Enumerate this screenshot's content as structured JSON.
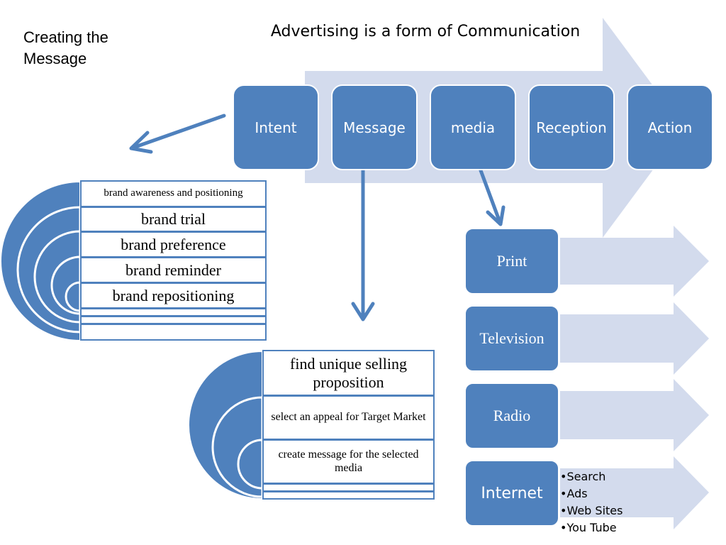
{
  "header": {
    "left_title": "Creating the Message",
    "top_title": "Advertising is a form of Communication"
  },
  "process": {
    "steps": [
      "Intent",
      "Message",
      "media",
      "Reception",
      "Action"
    ]
  },
  "intent_stack": {
    "items": [
      "brand awareness and positioning",
      "brand trial",
      "brand preference",
      "brand reminder",
      "brand repositioning"
    ]
  },
  "message_stack": {
    "items": [
      "find unique selling proposition",
      "select an appeal for Target Market",
      "create message for the selected media"
    ]
  },
  "media_list": {
    "items": [
      {
        "label": "Print"
      },
      {
        "label": "Television"
      },
      {
        "label": "Radio"
      },
      {
        "label": "Internet",
        "bullets": [
          "•Search",
          "•Ads",
          "•Web Sites",
          "•You Tube"
        ]
      }
    ]
  },
  "colors": {
    "primary": "#4f81bd",
    "light_arrow": "#d3dbed",
    "border": "#ffffff"
  }
}
